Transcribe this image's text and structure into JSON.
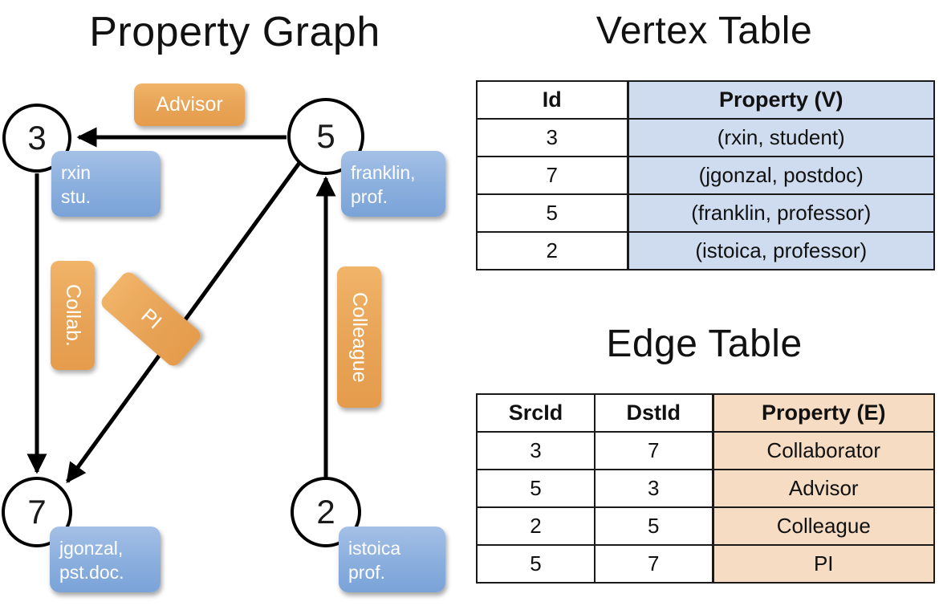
{
  "panels": {
    "graph_title": "Property Graph",
    "vertex_title": "Vertex Table",
    "edge_title": "Edge Table"
  },
  "graph": {
    "nodes": [
      {
        "id": "3",
        "property_line1": "rxin",
        "property_line2": "stu."
      },
      {
        "id": "5",
        "property_line1": "franklin,",
        "property_line2": "prof."
      },
      {
        "id": "7",
        "property_line1": "jgonzal,",
        "property_line2": "pst.doc."
      },
      {
        "id": "2",
        "property_line1": "istoica",
        "property_line2": "prof."
      }
    ],
    "edge_labels": {
      "advisor": "Advisor",
      "collab": "Collab.",
      "pi": "PI",
      "colleague": "Colleague"
    }
  },
  "vertex_table": {
    "headers": [
      "Id",
      "Property (V)"
    ],
    "rows": [
      {
        "id": "3",
        "property": "(rxin, student)"
      },
      {
        "id": "7",
        "property": "(jgonzal, postdoc)"
      },
      {
        "id": "5",
        "property": "(franklin, professor)"
      },
      {
        "id": "2",
        "property": "(istoica, professor)"
      }
    ]
  },
  "edge_table": {
    "headers": [
      "SrcId",
      "DstId",
      "Property (E)"
    ],
    "rows": [
      {
        "src": "3",
        "dst": "7",
        "property": "Collaborator"
      },
      {
        "src": "5",
        "dst": "3",
        "property": "Advisor"
      },
      {
        "src": "2",
        "dst": "5",
        "property": "Colleague"
      },
      {
        "src": "5",
        "dst": "7",
        "property": "PI"
      }
    ]
  },
  "colors": {
    "vertex_property_fill": "#cfdcef",
    "edge_property_fill": "#f5dcc2",
    "node_box_blue": "#8cb0de",
    "edge_label_orange": "#e8a356"
  }
}
